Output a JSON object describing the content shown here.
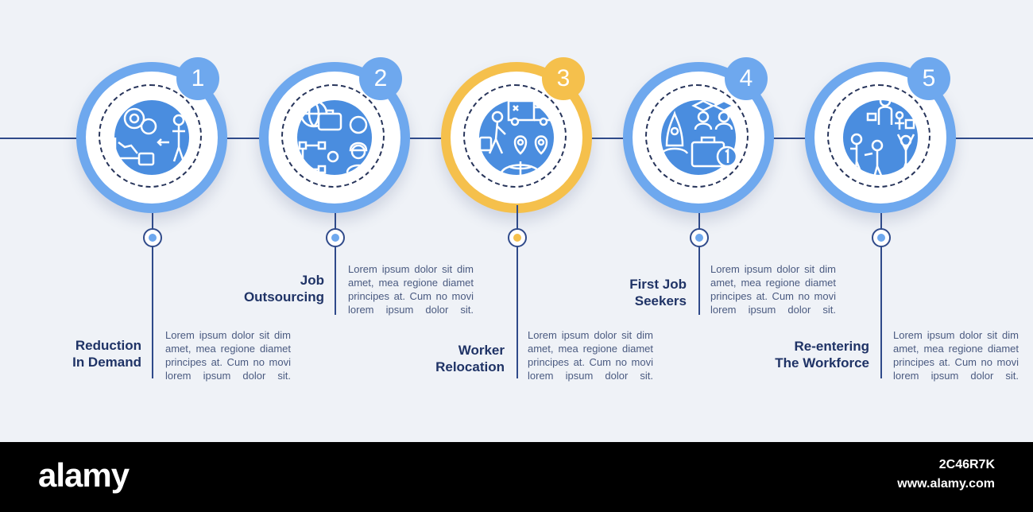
{
  "colors": {
    "blue_ring": "#6ea8ee",
    "blue_disc": "#4a8ddf",
    "blue_badge": "#6ea8ee",
    "yellow_ring": "#f5c04c",
    "yellow_disc": "#4a8ddf",
    "yellow_badge": "#f5c04c",
    "navy": "#1f3366"
  },
  "steps": [
    {
      "number": "1",
      "title_line1": "Reduction",
      "title_line2": "In Demand",
      "desc_lines": [
        "Lorem ipsum dolor sit dim",
        "amet, mea regione diamet",
        "principes at. Cum no movi",
        "lorem ipsum dolor sit."
      ],
      "accent": "blue",
      "icon": "reduction-in-demand-icon"
    },
    {
      "number": "2",
      "title_line1": "Job",
      "title_line2": "Outsourcing",
      "desc_lines": [
        "Lorem ipsum dolor sit dim",
        "amet, mea regione diamet",
        "principes at. Cum no movi",
        "lorem ipsum dolor sit."
      ],
      "accent": "blue",
      "icon": "job-outsourcing-icon"
    },
    {
      "number": "3",
      "title_line1": "Worker",
      "title_line2": "Relocation",
      "desc_lines": [
        "Lorem ipsum dolor sit dim",
        "amet, mea regione diamet",
        "principes at. Cum no movi",
        "lorem ipsum dolor sit."
      ],
      "accent": "yellow",
      "icon": "worker-relocation-icon"
    },
    {
      "number": "4",
      "title_line1": "First Job",
      "title_line2": "Seekers",
      "desc_lines": [
        "Lorem ipsum dolor sit dim",
        "amet, mea regione diamet",
        "principes at. Cum no movi",
        "lorem ipsum dolor sit."
      ],
      "accent": "blue",
      "icon": "first-job-seekers-icon"
    },
    {
      "number": "5",
      "title_line1": "Re-entering",
      "title_line2": "The Workforce",
      "desc_lines": [
        "Lorem ipsum dolor sit dim",
        "amet, mea regione diamet",
        "principes at. Cum no movi",
        "lorem ipsum dolor sit."
      ],
      "accent": "blue",
      "icon": "re-entering-workforce-icon"
    }
  ],
  "footer": {
    "logo": "alamy",
    "image_id": "2C46R7K",
    "site": "www.alamy.com"
  }
}
